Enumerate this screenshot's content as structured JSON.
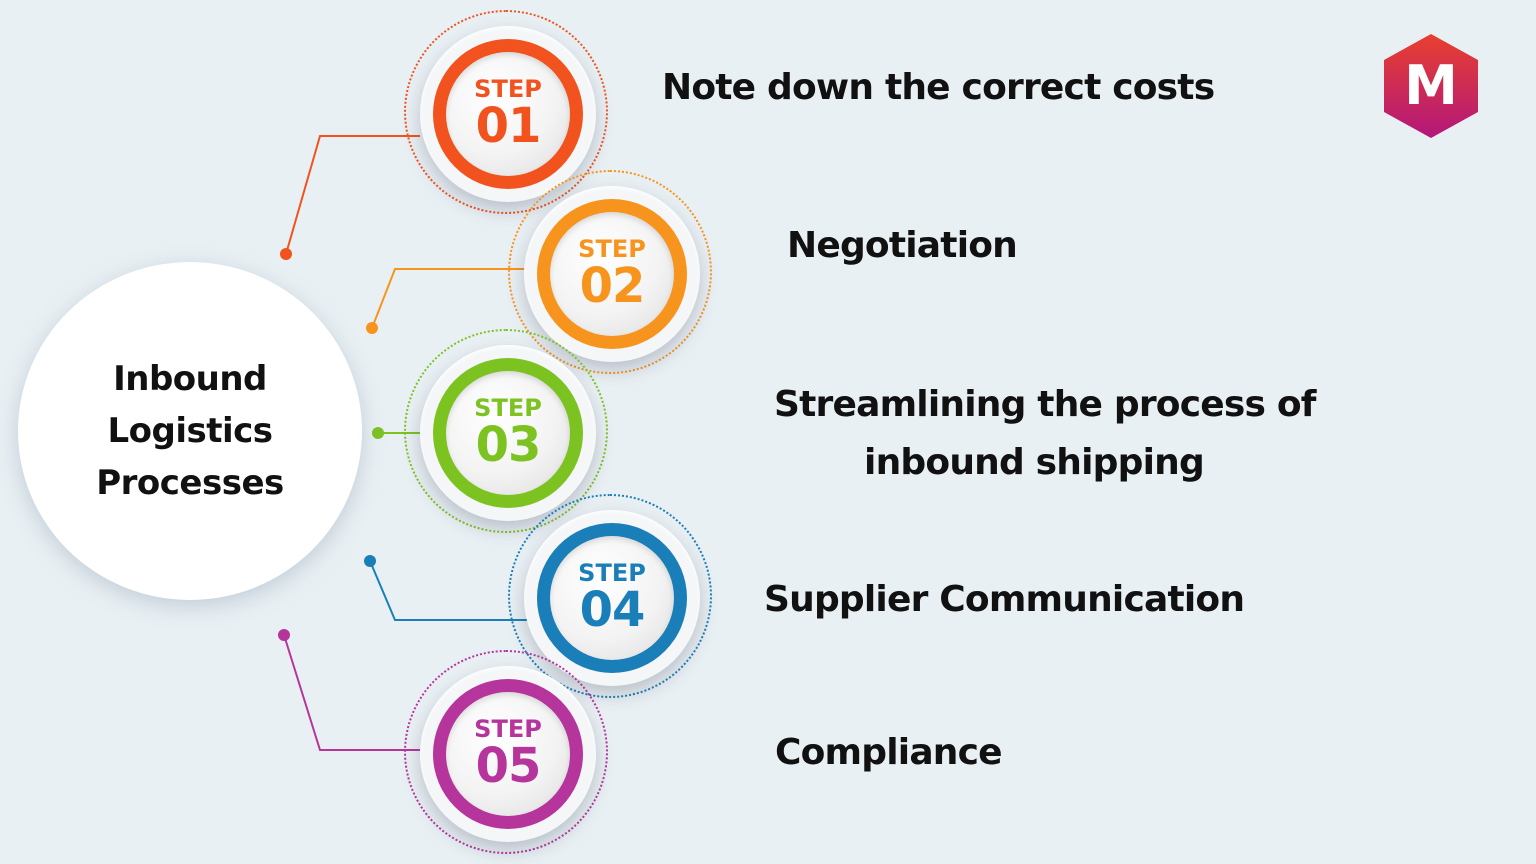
{
  "hub": {
    "title_line1": "Inbound",
    "title_line2": "Logistics Processes"
  },
  "steps": [
    {
      "word": "STEP",
      "number": "01",
      "label": "Note down the correct costs",
      "color": "#f2521e"
    },
    {
      "word": "STEP",
      "number": "02",
      "label": "Negotiation",
      "color": "#f7941d"
    },
    {
      "word": "STEP",
      "number": "03",
      "label_line1": "Streamlining the process of",
      "label_line2": "inbound shipping",
      "color": "#7cc322"
    },
    {
      "word": "STEP",
      "number": "04",
      "label": "Supplier Communication",
      "color": "#1a7fb8"
    },
    {
      "word": "STEP",
      "number": "05",
      "label": "Compliance",
      "color": "#b6359c"
    }
  ],
  "logo": {
    "letter": "M",
    "color_top": "#e8402f",
    "color_bottom": "#b3177a"
  }
}
